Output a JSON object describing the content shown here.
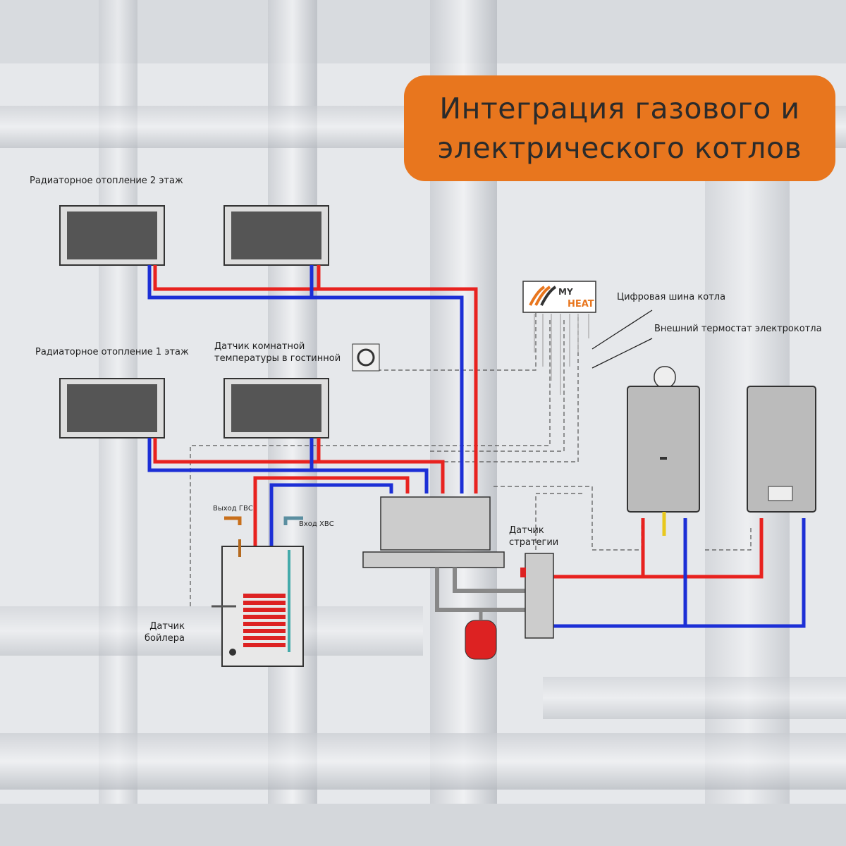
{
  "title": {
    "line1": "Интеграция газового и",
    "line2": "электрического котлов"
  },
  "labels": {
    "floor2": "Радиаторное отопление 2 этаж",
    "floor1": "Радиаторное отопление 1 этаж",
    "room_sensor_1": "Датчик комнатной",
    "room_sensor_2": "температуры в гостинной",
    "digital_bus": "Цифровая шина котла",
    "ext_thermostat": "Внешний термостат электрокотла",
    "strategy_sensor_1": "Датчик",
    "strategy_sensor_2": "стратегии",
    "hot_water_out": "Выход ГВС",
    "cold_water_in": "Вход ХВС",
    "boiler_sensor_1": "Датчик",
    "boiler_sensor_2": "бойлера"
  },
  "logo": {
    "text_my": "MY",
    "text_heat": "HEAT"
  },
  "colors": {
    "accent": "#e8761e",
    "hot": "#e8221f",
    "cold": "#1c2fd6",
    "bg": "#e4e6e9"
  }
}
